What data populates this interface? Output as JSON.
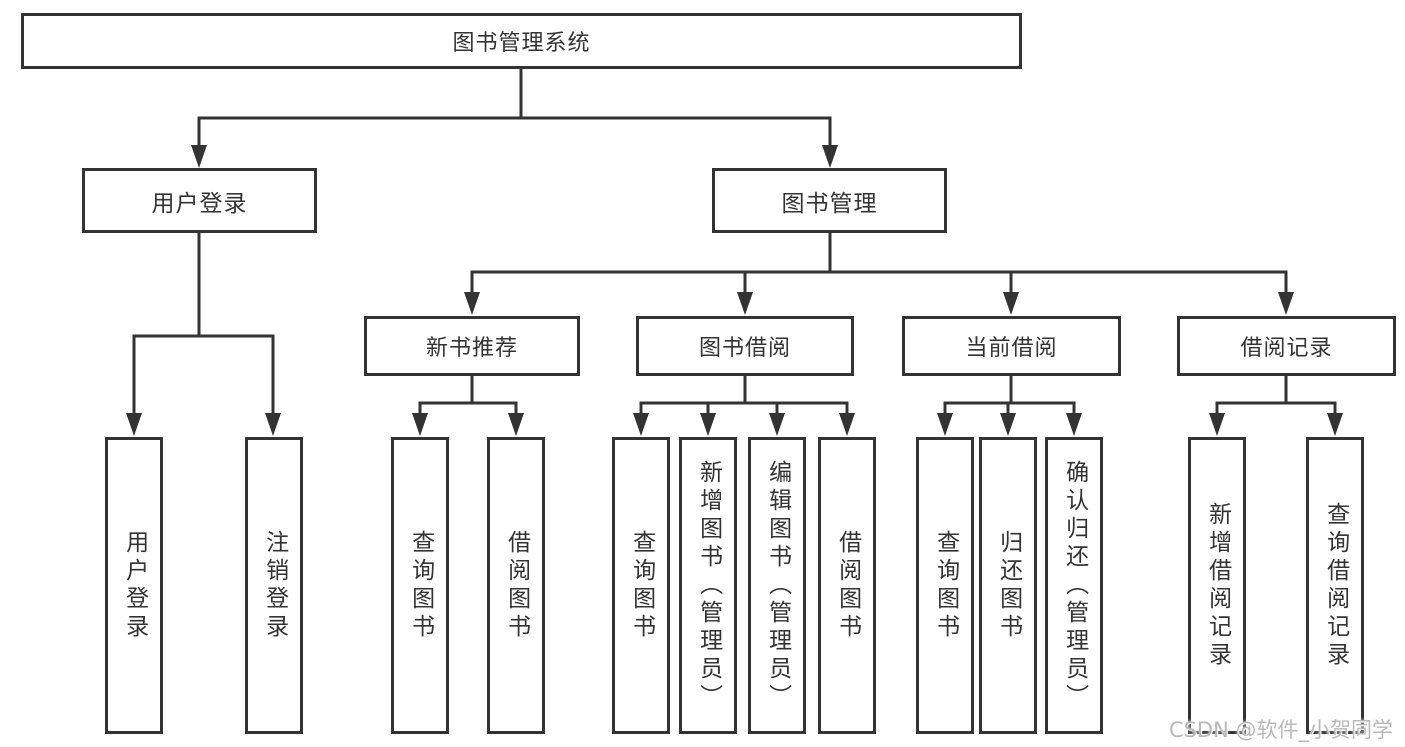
{
  "tree": {
    "root": {
      "label": "图书管理系统"
    },
    "login": {
      "label": "用户登录",
      "leaves": [
        "用户登录",
        "注销登录"
      ]
    },
    "management": {
      "label": "图书管理",
      "groups": [
        {
          "label": "新书推荐",
          "leaves": [
            "查询图书",
            "借阅图书"
          ]
        },
        {
          "label": "图书借阅",
          "leaves": [
            "查询图书",
            "新增图书（管理员）",
            "编辑图书（管理员）",
            "借阅图书"
          ]
        },
        {
          "label": "当前借阅",
          "leaves": [
            "查询图书",
            "归还图书",
            "确认归还（管理员）"
          ]
        },
        {
          "label": "借阅记录",
          "leaves": [
            "新增借阅记录",
            "查询借阅记录"
          ]
        }
      ]
    }
  },
  "watermark": "CSDN @软件_小贺同学",
  "colors": {
    "line": "#333333",
    "text": "#333333",
    "watermark": "#b9b9b9",
    "background": "#ffffff"
  }
}
